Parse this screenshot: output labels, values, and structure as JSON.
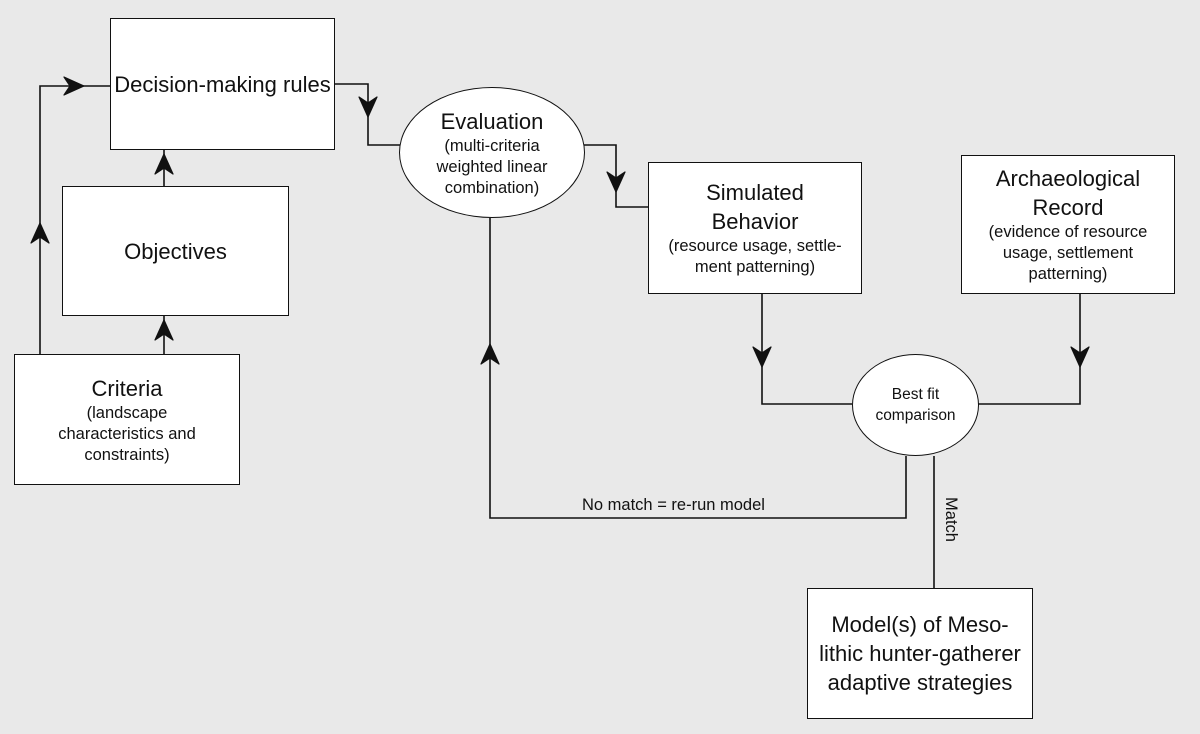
{
  "nodes": {
    "decision": {
      "title": "Decision-making rules"
    },
    "objectives": {
      "title": "Objectives"
    },
    "criteria": {
      "title": "Criteria",
      "sub": "(landscape characteristics and constraints)"
    },
    "evaluation": {
      "title": "Evaluation",
      "sub": "(multi-criteria weighted linear combination)"
    },
    "simulated": {
      "title": "Simulated Behavior",
      "sub": "(resource usage, settle-ment patterning)"
    },
    "archaeological": {
      "title": "Archaeological Record",
      "sub": "(evidence of resource usage, settlement patterning)"
    },
    "bestfit": {
      "title": "Best fit comparison"
    },
    "model": {
      "title": "Model(s) of Meso-lithic hunter-gatherer adaptive strategies"
    }
  },
  "edges": {
    "no_match": "No match = re-run model",
    "match": "Match"
  },
  "colors": {
    "background": "#e9e9e9",
    "box": "#ffffff",
    "line": "#111111"
  }
}
